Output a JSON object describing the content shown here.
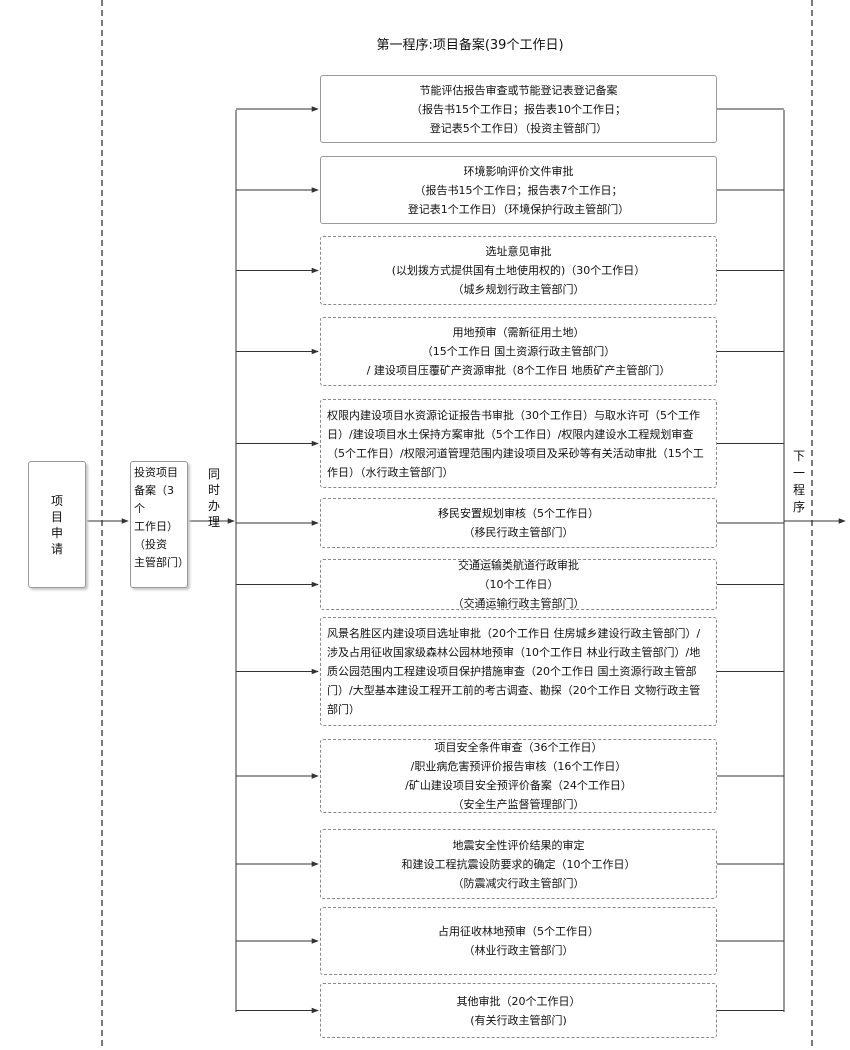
{
  "title": "第一程序:项目备案(39个工作日)",
  "project_application": "项目申请",
  "project_filing": [
    "投资项目",
    "备案（3个",
    "工作日）",
    "（投资",
    "主管部门）"
  ],
  "simultaneous": "同时办理",
  "next_procedure": "下一程序",
  "steps": [
    {
      "lines": [
        "节能评估报告审查或节能登记表登记备案",
        "（报告书15个工作日；报告表10个工作日；",
        "登记表5个工作日）（投资主管部门）"
      ],
      "style": "solid"
    },
    {
      "lines": [
        "环境影响评价文件审批",
        "（报告书15个工作日；报告表7个工作日；",
        "登记表1个工作日）（环境保护行政主管部门）"
      ],
      "style": "solid"
    },
    {
      "lines": [
        "选址意见审批",
        "(以划拨方式提供国有土地使用权的)（30个工作日）",
        "（城乡规划行政主管部门）"
      ],
      "style": "dashed"
    },
    {
      "lines": [
        "用地预审（需新征用土地）",
        "（15个工作日 国土资源行政主管部门）",
        "/ 建设项目压覆矿产资源审批（8个工作日 地质矿产主管部门）"
      ],
      "style": "dashed"
    },
    {
      "lines": [
        "权限内建设项目水资源论证报告书审批（30个工作日）与取水许可（5个工作日）/建设项目水土保持方案审批（5个工作日）/权限内建设水工程规划审查（5个工作日）/权限河道管理范围内建设项目及采砂等有关活动审批（15个工作日）（水行政主管部门）"
      ],
      "style": "dashed",
      "align": "left"
    },
    {
      "lines": [
        "移民安置规划审核（5个工作日）",
        "（移民行政主管部门）"
      ],
      "style": "dashed"
    },
    {
      "lines": [
        "交通运输类航道行政审批",
        "（10个工作日）",
        "（交通运输行政主管部门）"
      ],
      "style": "dashed"
    },
    {
      "lines": [
        "风景名胜区内建设项目选址审批（20个工作日 住房城乡建设行政主管部门）/涉及占用征收国家级森林公园林地预审（10个工作日 林业行政主管部门）/地质公园范围内工程建设项目保护措施审查（20个工作日 国土资源行政主管部门）/大型基本建设工程开工前的考古调查、勘探（20个工作日 文物行政主管部门）"
      ],
      "style": "dashed",
      "align": "left"
    },
    {
      "lines": [
        "项目安全条件审查（36个工作日）",
        "/职业病危害预评价报告审核（16个工作日）",
        "/矿山建设项目安全预评价备案（24个工作日）",
        "（安全生产监督管理部门）"
      ],
      "style": "dashed"
    },
    {
      "lines": [
        "地震安全性评价结果的审定",
        "和建设工程抗震设防要求的确定（10个工作日）",
        "（防震减灾行政主管部门）"
      ],
      "style": "dashed"
    },
    {
      "lines": [
        "占用征收林地预审（5个工作日）",
        "（林业行政主管部门）"
      ],
      "style": "dashed"
    },
    {
      "lines": [
        "其他审批（20个工作日）",
        "(有关行政主管部门)"
      ],
      "style": "dashed"
    }
  ]
}
